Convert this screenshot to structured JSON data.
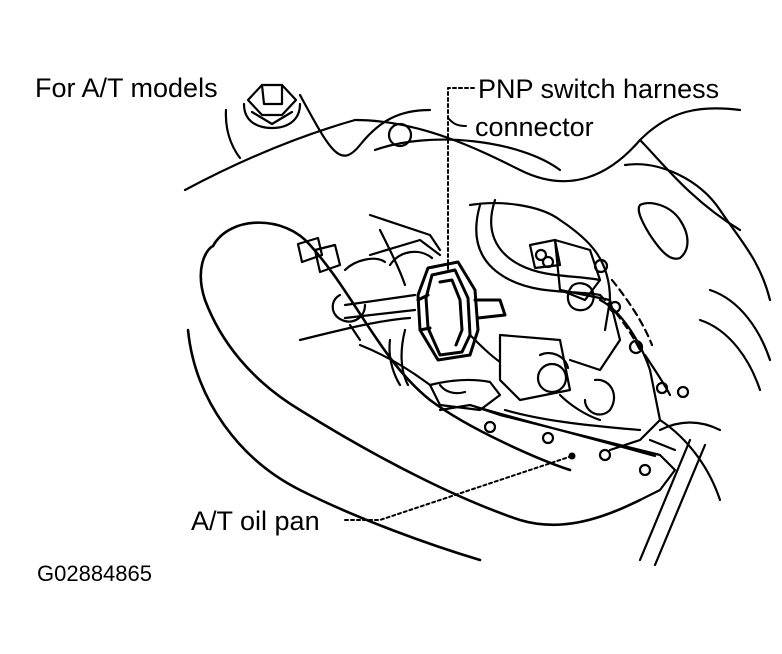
{
  "labels": {
    "at_models": "For A/T models",
    "pnp_line1": "PNP switch harness",
    "pnp_line2": "connector",
    "oil_pan": "A/T oil pan",
    "figure_id": "G02884865"
  },
  "colors": {
    "ink": "#000000",
    "paper": "#ffffff"
  }
}
